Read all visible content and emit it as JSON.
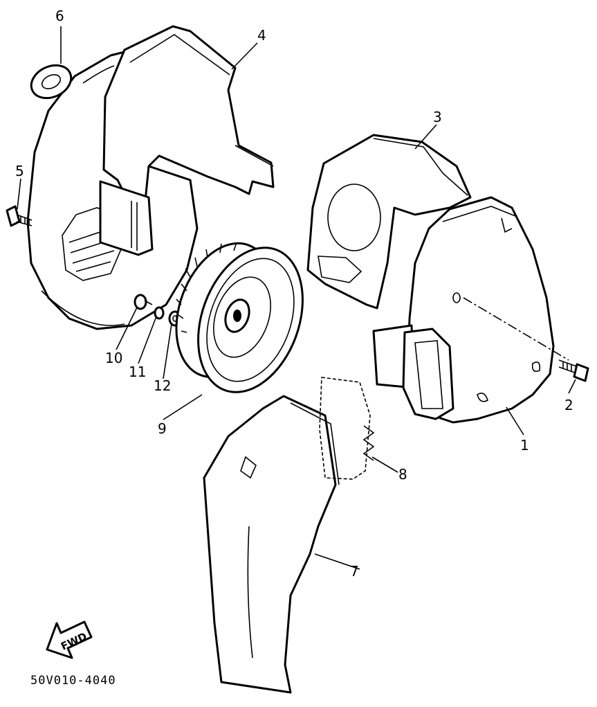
{
  "diagram": {
    "code": "50V010-4040",
    "direction_label": "FWD",
    "callouts": [
      {
        "id": "c1",
        "label": "1"
      },
      {
        "id": "c2",
        "label": "2"
      },
      {
        "id": "c3",
        "label": "3"
      },
      {
        "id": "c4",
        "label": "4"
      },
      {
        "id": "c5",
        "label": "5"
      },
      {
        "id": "c6",
        "label": "6"
      },
      {
        "id": "c7",
        "label": "7"
      },
      {
        "id": "c8",
        "label": "8"
      },
      {
        "id": "c9",
        "label": "9"
      },
      {
        "id": "c10",
        "label": "10"
      },
      {
        "id": "c11",
        "label": "11"
      },
      {
        "id": "c12",
        "label": "12"
      }
    ]
  }
}
